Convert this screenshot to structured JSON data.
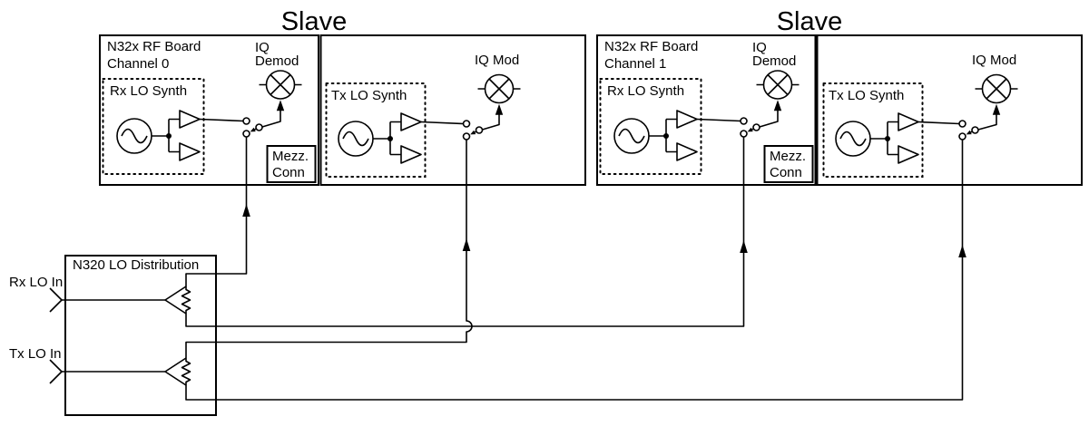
{
  "slaves": [
    {
      "label": "Slave",
      "rf_board": {
        "name_line1": "N32x RF Board",
        "name_line2": "Channel 0",
        "rx_synth_label": "Rx LO Synth",
        "iq_demod_label_line1": "IQ",
        "iq_demod_label_line2": "Demod",
        "mezz_conn_line1": "Mezz.",
        "mezz_conn_line2": "Conn"
      },
      "tx_board": {
        "tx_synth_label": "Tx LO Synth",
        "iq_mod_label": "IQ Mod"
      }
    },
    {
      "label": "Slave",
      "rf_board": {
        "name_line1": "N32x RF Board",
        "name_line2": "Channel 1",
        "rx_synth_label": "Rx LO Synth",
        "iq_demod_label_line1": "IQ",
        "iq_demod_label_line2": "Demod",
        "mezz_conn_line1": "Mezz.",
        "mezz_conn_line2": "Conn"
      },
      "tx_board": {
        "tx_synth_label": "Tx LO Synth",
        "iq_mod_label": "IQ Mod"
      }
    }
  ],
  "lo_distribution": {
    "title": "N320 LO Distribution",
    "inputs": [
      {
        "label": "Rx LO In"
      },
      {
        "label": "Tx LO In"
      }
    ]
  },
  "colors": {
    "line": "#000000",
    "background": "#ffffff"
  }
}
